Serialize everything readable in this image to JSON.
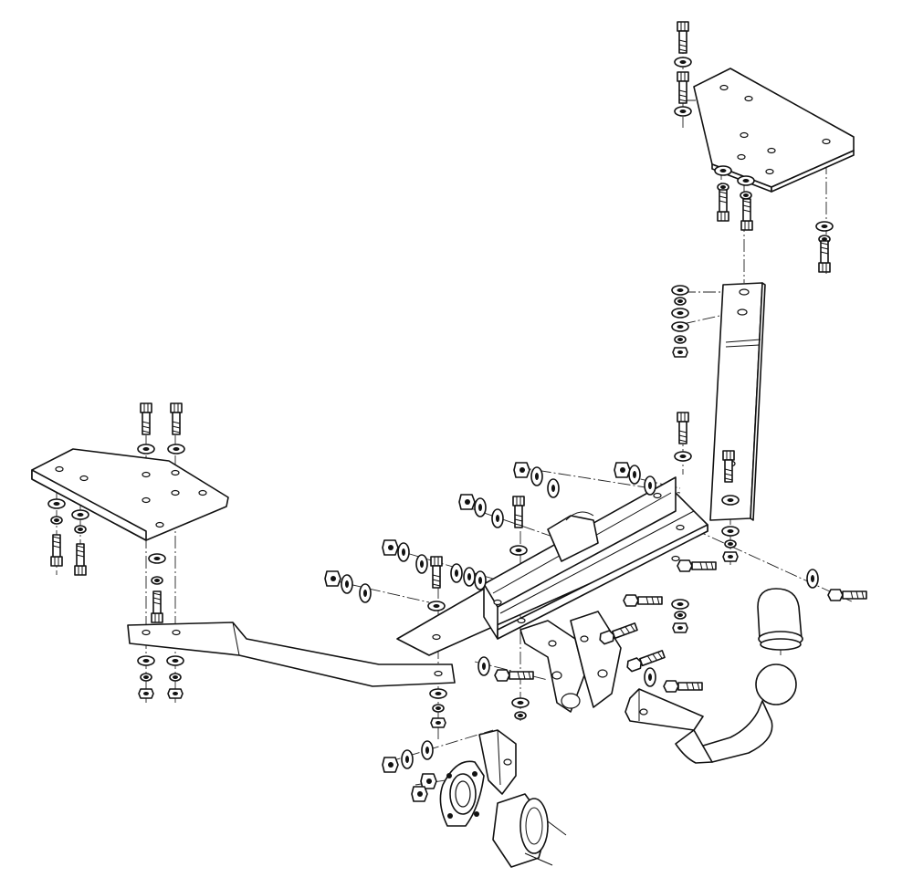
{
  "diagram": {
    "type": "exploded-assembly",
    "line_color": "#111111",
    "background": "#ffffff",
    "parts": [
      "left-bracket-plate",
      "right-bracket-plate",
      "left-side-arm",
      "right-side-arm",
      "main-crossbar",
      "ball-mount-socket",
      "tow-ball-arm",
      "ball-cap",
      "electrical-socket",
      "socket-plate"
    ]
  }
}
